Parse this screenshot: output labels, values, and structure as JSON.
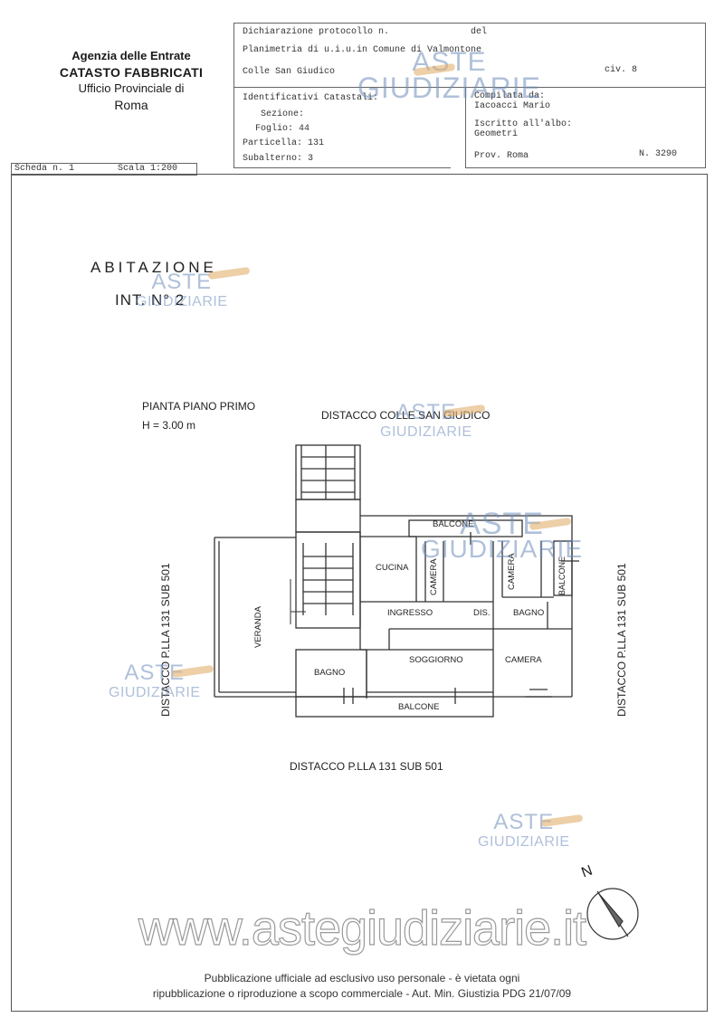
{
  "agency": {
    "line1": "Agenzia delle Entrate",
    "line2": "CATASTO FABBRICATI",
    "line3": "Ufficio Provinciale di",
    "line4": "Roma"
  },
  "header": {
    "dichiarazione": "Dichiarazione protocollo n.",
    "del": "del",
    "planimetria": "Planimetria di u.i.u.in Comune di Valmontone",
    "indirizzo": "Colle San Giudico",
    "civ": "civ. 8",
    "identificativi": "Identificativi Catastali:",
    "sezione": "Sezione:",
    "foglio": "Foglio: 44",
    "particella": "Particella: 131",
    "subalterno": "Subalterno: 3",
    "compilata": "Compilata da:",
    "compilatore": "Iacoacci Mario",
    "iscritto": "Iscritto all'albo:",
    "albo": "Geometri",
    "prov": "Prov. Roma",
    "numero": "N. 3290",
    "scheda": "Scheda n. 1",
    "scala": "Scala 1:200"
  },
  "title": {
    "line1": "ABITAZIONE",
    "line2": "INT. N° 2"
  },
  "plan": {
    "piano": "PIANTA PIANO PRIMO",
    "altezza": "H = 3.00 m",
    "distacco_top": "DISTACCO COLLE SAN GIUDICO",
    "distacco_left": "DISTACCO P.LLA 131 SUB 501",
    "distacco_right": "DISTACCO P.LLA 131 SUB 501",
    "distacco_bottom": "DISTACCO P.LLA 131 SUB 501",
    "rooms": {
      "balcone_top": "BALCONE",
      "cucina": "CUCINA",
      "camera1": "CAMERA",
      "camera2": "CAMERA",
      "balcone_right": "BALCONE",
      "veranda": "VERANDA",
      "ingresso": "INGRESSO",
      "dis": "DIS.",
      "bagno1": "BAGNO",
      "bagno2": "BAGNO",
      "soggiorno": "SOGGIORNO",
      "camera3": "CAMERA",
      "balcone_bottom": "BALCONE"
    },
    "north": "N"
  },
  "watermark": {
    "brand": "ASTE",
    "sub": "GIUDIZIARIE",
    "site": "www.astegiudiziarie.it"
  },
  "footer": {
    "line1": "Pubblicazione ufficiale ad esclusivo uso personale - è vietata ogni",
    "line2": "ripubblicazione o riproduzione a scopo commerciale - Aut. Min. Giustizia PDG 21/07/09"
  }
}
